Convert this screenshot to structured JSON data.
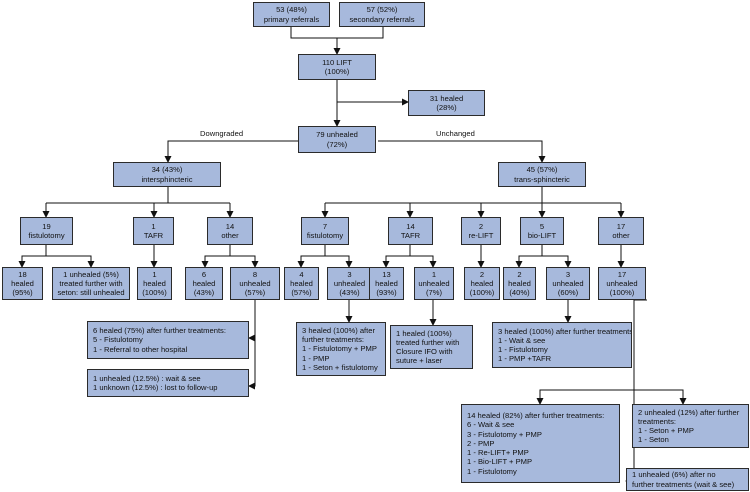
{
  "nodes": {
    "primary": [
      "53 (48%)",
      "primary referrals"
    ],
    "secondary": [
      "57 (52%)",
      "secondary referrals"
    ],
    "lift": [
      "110 LIFT",
      "(100%)"
    ],
    "healed31": [
      "31 healed",
      "(28%)"
    ],
    "unhealed79": [
      "79 unhealed",
      "(72%)"
    ],
    "inter": [
      "34 (43%)",
      "intersphincteric"
    ],
    "trans": [
      "45 (57%)",
      "trans-sphincteric"
    ],
    "fist19": [
      "19",
      "fistulotomy"
    ],
    "tafr1": [
      "1",
      "TAFR"
    ],
    "other14": [
      "14",
      "other"
    ],
    "fist7": [
      "7",
      "fistulotomy"
    ],
    "tafr14": [
      "14",
      "TAFR"
    ],
    "relift2": [
      "2",
      "re-LIFT"
    ],
    "biolift5": [
      "5",
      "bio-LIFT"
    ],
    "other17": [
      "17",
      "other"
    ],
    "h18": [
      "18",
      "healed",
      "(95%)"
    ],
    "u1a": [
      "1 unhealed (5%)",
      "treated further with",
      "seton: still unhealed"
    ],
    "h1": [
      "1",
      "healed",
      "(100%)"
    ],
    "h6": [
      "6",
      "healed",
      "(43%)"
    ],
    "u8": [
      "8",
      "unhealed",
      "(57%)"
    ],
    "h4": [
      "4",
      "healed",
      "(57%)"
    ],
    "u3a": [
      "3",
      "unhealed",
      "(43%)"
    ],
    "h13": [
      "13",
      "healed",
      "(93%)"
    ],
    "u1b": [
      "1",
      "unhealed",
      "(7%)"
    ],
    "h2a": [
      "2",
      "healed",
      "(100%)"
    ],
    "h2b": [
      "2",
      "healed",
      "(40%)"
    ],
    "u3b": [
      "3",
      "unhealed",
      "(60%)"
    ],
    "u17": [
      "17",
      "unhealed",
      "(100%)"
    ],
    "t6": [
      "6 healed (75%) after further treatments:",
      "5 - Fistulotomy",
      "1 - Referral to other hospital"
    ],
    "t1": [
      "1 unhealed (12.5%) : wait & see",
      "1 unknown (12.5%) : lost to follow-up"
    ],
    "t3a": [
      "3 healed (100%) after",
      "further treatments:",
      "1 - Fistulotomy + PMP",
      "1 - PMP",
      "1 - Seton + fistulotomy"
    ],
    "t1b": [
      "1 healed (100%)",
      "treated further with",
      "Closure IFO with",
      "suture + laser"
    ],
    "t3b": [
      "3 healed (100%) after further treatments:",
      "1 - Wait & see",
      "1 - Fistulotomy",
      "1 - PMP +TAFR"
    ],
    "t14": [
      "14 healed (82%) after further treatments:",
      "6 - Wait & see",
      "3 - Fistulotomy + PMP",
      "2 - PMP",
      "1 - Re-LIFT+ PMP",
      "1 - Bio-LIFT + PMP",
      "1 - Fistulotomy"
    ],
    "t2": [
      "2 unhealed (12%) after further",
      "treatments:",
      "1 - Seton + PMP",
      "1 - Seton"
    ],
    "t1c": [
      "1 unhealed (6%) after no",
      "further treatments (wait & see)"
    ]
  },
  "edge_labels": {
    "downgraded": "Downgraded",
    "unchanged": "Unchanged"
  },
  "colors": {
    "box_fill": "#a7b9dc",
    "border": "#2b2b2b"
  }
}
